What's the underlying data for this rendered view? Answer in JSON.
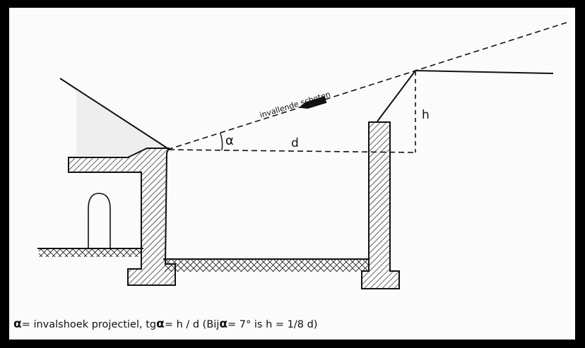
{
  "labels": {
    "alpha": "α",
    "d": "d",
    "h": "h",
    "arrow_text": "invallende schoten"
  },
  "caption": {
    "alpha_symbol": "α",
    "part1": " = invalshoek projectiel,  tg",
    "part2": " = h / d (Bij",
    "part3": " = 7° is h = 1/8 d)"
  },
  "colors": {
    "ink": "#111111",
    "paper": "#fbfbfb",
    "border": "#000000"
  }
}
